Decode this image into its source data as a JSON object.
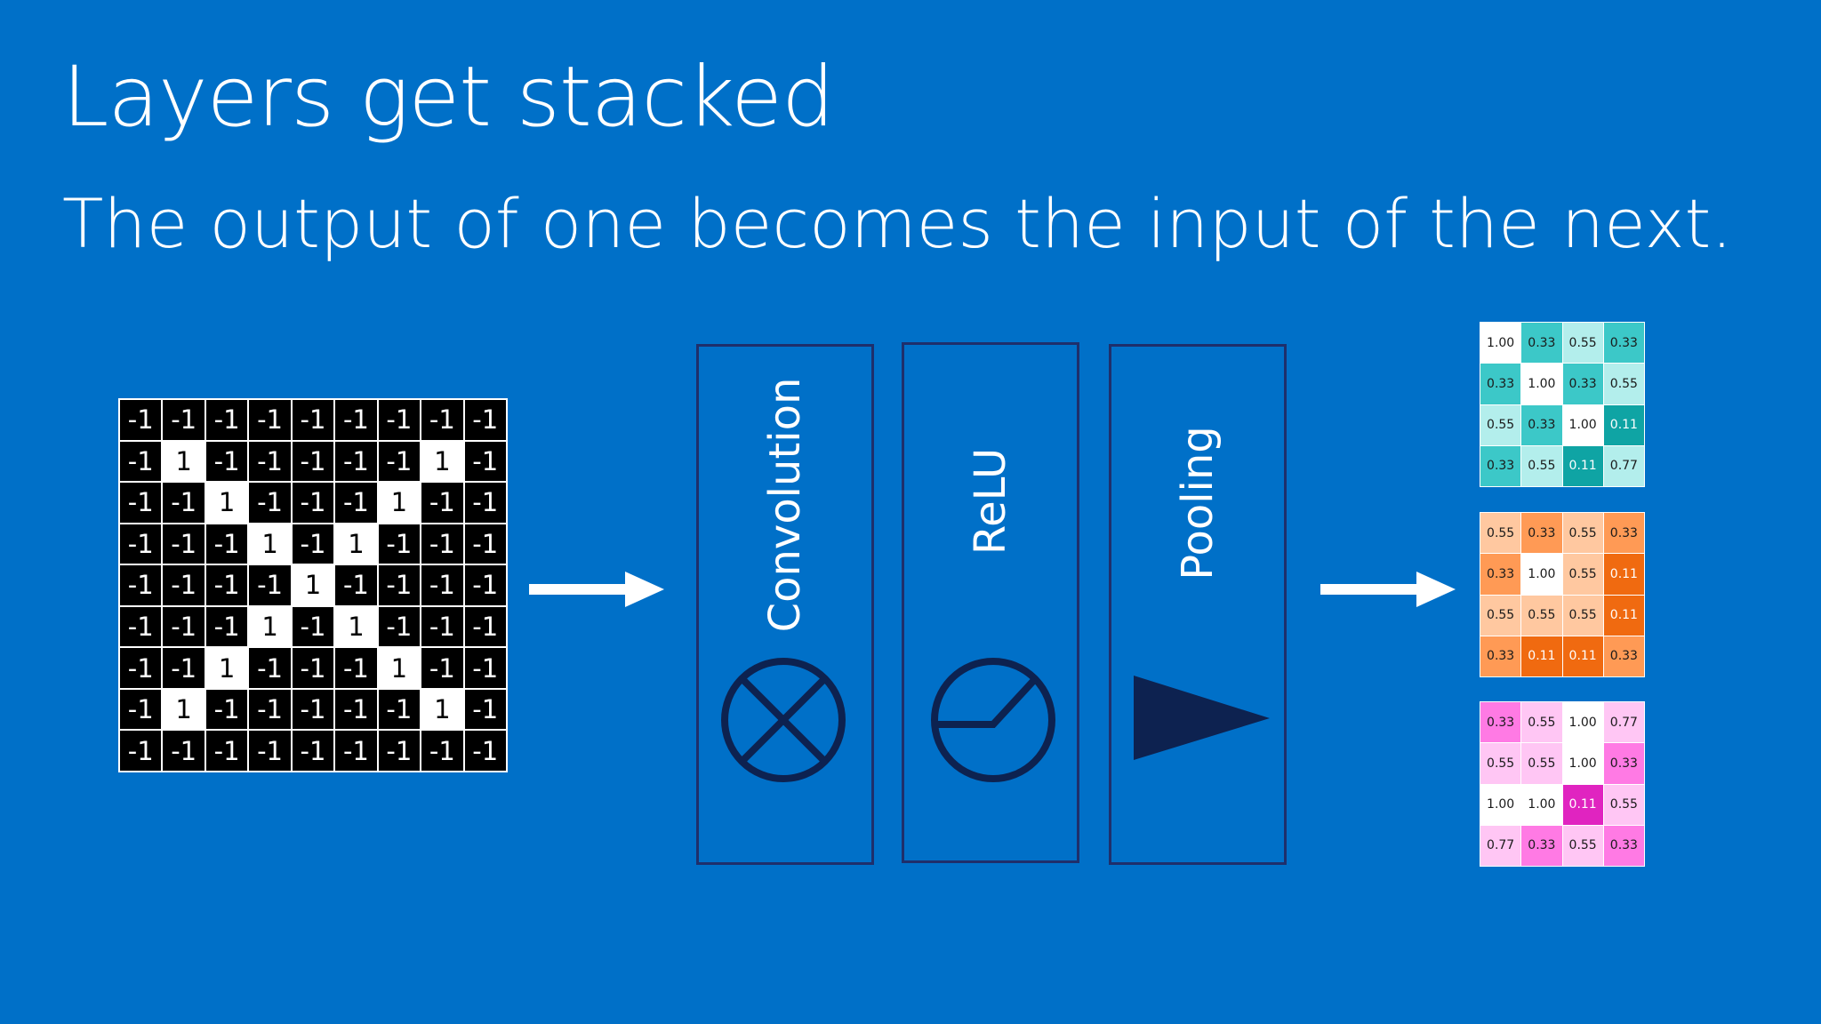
{
  "slide": {
    "title": "Layers get stacked",
    "subtitle": "The output of one becomes the input of the next."
  },
  "input_image": {
    "rows": [
      [
        "-1",
        "-1",
        "-1",
        "-1",
        "-1",
        "-1",
        "-1",
        "-1",
        "-1"
      ],
      [
        "-1",
        "1",
        "-1",
        "-1",
        "-1",
        "-1",
        "-1",
        "1",
        "-1"
      ],
      [
        "-1",
        "-1",
        "1",
        "-1",
        "-1",
        "-1",
        "1",
        "-1",
        "-1"
      ],
      [
        "-1",
        "-1",
        "-1",
        "1",
        "-1",
        "1",
        "-1",
        "-1",
        "-1"
      ],
      [
        "-1",
        "-1",
        "-1",
        "-1",
        "1",
        "-1",
        "-1",
        "-1",
        "-1"
      ],
      [
        "-1",
        "-1",
        "-1",
        "1",
        "-1",
        "1",
        "-1",
        "-1",
        "-1"
      ],
      [
        "-1",
        "-1",
        "1",
        "-1",
        "-1",
        "-1",
        "1",
        "-1",
        "-1"
      ],
      [
        "-1",
        "1",
        "-1",
        "-1",
        "-1",
        "-1",
        "-1",
        "1",
        "-1"
      ],
      [
        "-1",
        "-1",
        "-1",
        "-1",
        "-1",
        "-1",
        "-1",
        "-1",
        "-1"
      ]
    ]
  },
  "layers": [
    {
      "label": "Convolution",
      "icon": "circle-x-icon"
    },
    {
      "label": "ReLU",
      "icon": "relu-curve-icon"
    },
    {
      "label": "Pooling",
      "icon": "triangle-right-icon"
    }
  ],
  "colors": {
    "background": "#0070c8",
    "box_border": "#1f2f6b",
    "icon": "#0d2250",
    "map_teal": [
      "#ffffff",
      "#b3eeec",
      "#3cc8c8",
      "#0fa4a4"
    ],
    "map_orange": [
      "#ffffff",
      "#ffc8a0",
      "#ff9a55",
      "#f06a10"
    ],
    "map_pink": [
      "#ffffff",
      "#ffc6f4",
      "#ff7ae4",
      "#e024c0"
    ]
  },
  "output_maps": [
    {
      "name": "teal",
      "values": [
        [
          "1.00",
          "0.33",
          "0.55",
          "0.33"
        ],
        [
          "0.33",
          "1.00",
          "0.33",
          "0.55"
        ],
        [
          "0.55",
          "0.33",
          "1.00",
          "0.11"
        ],
        [
          "0.33",
          "0.55",
          "0.11",
          "0.77"
        ]
      ]
    },
    {
      "name": "orange",
      "values": [
        [
          "0.55",
          "0.33",
          "0.55",
          "0.33"
        ],
        [
          "0.33",
          "1.00",
          "0.55",
          "0.11"
        ],
        [
          "0.55",
          "0.55",
          "0.55",
          "0.11"
        ],
        [
          "0.33",
          "0.11",
          "0.11",
          "0.33"
        ]
      ]
    },
    {
      "name": "pink",
      "values": [
        [
          "0.33",
          "0.55",
          "1.00",
          "0.77"
        ],
        [
          "0.55",
          "0.55",
          "1.00",
          "0.33"
        ],
        [
          "1.00",
          "1.00",
          "0.11",
          "0.55"
        ],
        [
          "0.77",
          "0.33",
          "0.55",
          "0.33"
        ]
      ]
    }
  ]
}
